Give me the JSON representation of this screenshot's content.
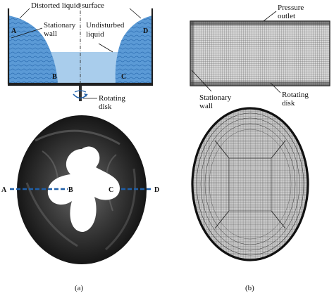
{
  "panel_a": {
    "top": {
      "distorted_surface_label": "Distorted liquid surface",
      "stationary_wall_label_1": "Stationary",
      "stationary_wall_label_2": "wall",
      "undisturbed_label_1": "Undisturbed",
      "undisturbed_label_2": "liquid",
      "rotating_disk_label_1": "Rotating",
      "rotating_disk_label_2": "disk",
      "point_a": "A",
      "point_b": "B",
      "point_c": "C",
      "point_d": "D"
    },
    "bottom": {
      "point_a": "A",
      "point_b": "B",
      "point_c": "C",
      "point_d": "D"
    },
    "caption": "(a)"
  },
  "panel_b": {
    "top": {
      "pressure_outlet_label_1": "Pressure",
      "pressure_outlet_label_2": "outlet",
      "stationary_wall_label_1": "Stationary",
      "stationary_wall_label_2": "wall",
      "rotating_disk_label_1": "Rotating",
      "rotating_disk_label_2": "disk"
    },
    "caption": "(b)"
  },
  "colors": {
    "liquid": "#4a8fd0",
    "undisturbed_liquid": "#a9cdec",
    "container_wall": "#202020",
    "dashed_line": "#1f5fa8",
    "mesh_line": "#1a1a1a",
    "flow_dark": "#2b2b2b"
  }
}
